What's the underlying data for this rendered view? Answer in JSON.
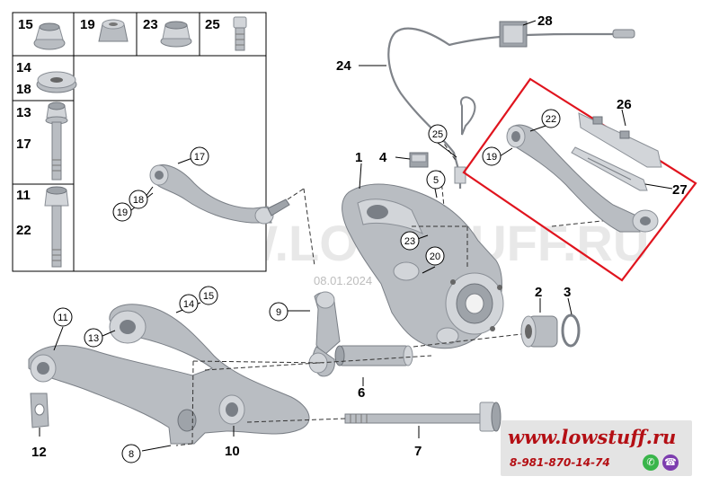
{
  "watermark": {
    "text": "WWW.LOWSTUFF.RU",
    "date": "08.01.2024"
  },
  "legend": {
    "row1": [
      "15",
      "19",
      "23",
      "25"
    ],
    "row2": [
      "14",
      "18"
    ],
    "row3": [
      "13",
      "17"
    ],
    "row4": [
      "11",
      "22"
    ]
  },
  "callouts": {
    "c1": "1",
    "c2": "2",
    "c3": "3",
    "c4": "4",
    "c5": "5",
    "c6": "6",
    "c7": "7",
    "c8": "8",
    "c9": "9",
    "c10": "10",
    "c11": "11",
    "c12": "12",
    "c13": "13",
    "c14": "14",
    "c15": "15",
    "c17": "17",
    "c18": "18",
    "c19a": "19",
    "c19b": "19",
    "c20": "20",
    "c22": "22",
    "c23": "23",
    "c24": "24",
    "c25": "25",
    "c26": "26",
    "c27": "27",
    "c28": "28"
  },
  "banner": {
    "site": "www.lowstuff.ru",
    "phone": "8-981-870-14-74",
    "whatsapp_icon": "whatsapp-icon",
    "viber_icon": "viber-icon"
  },
  "colors": {
    "highlight": "#e0141e",
    "brand_text": "#b40f14"
  }
}
